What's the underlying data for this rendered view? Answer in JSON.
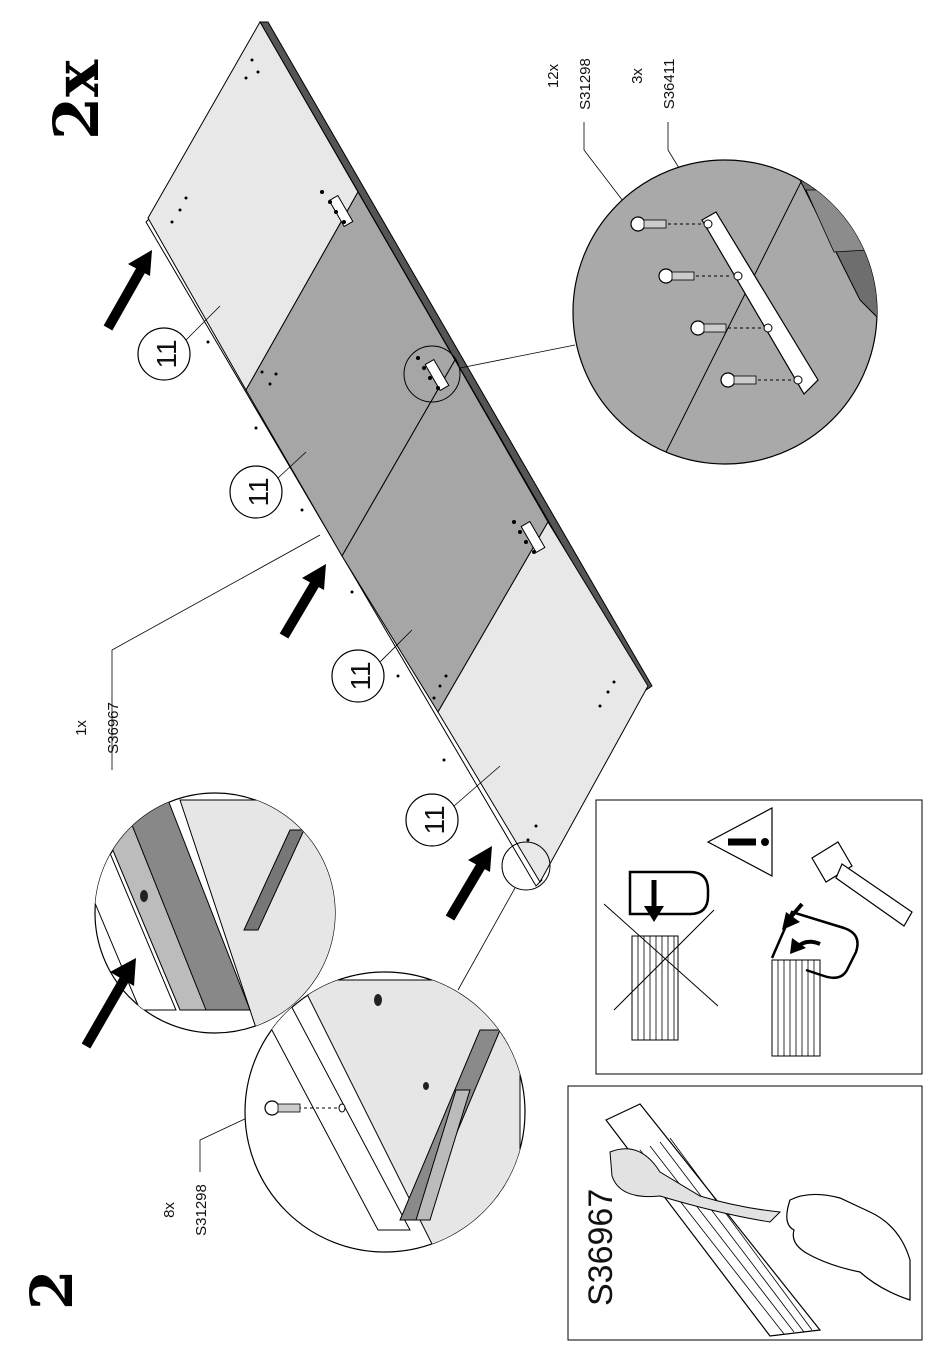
{
  "step": {
    "number": "2",
    "quantity": "2x"
  },
  "callouts": {
    "profile_qty": "1x",
    "profile_code": "S36967",
    "screw_qty_small": "8x",
    "screw_code_small": "S31298",
    "screw_qty_large": "12x",
    "screw_code_large": "S31298",
    "plate_qty": "3x",
    "plate_code": "S36411"
  },
  "panels": {
    "labels": [
      "11",
      "11",
      "11",
      "11"
    ]
  },
  "tape_box": {
    "code": "S36967"
  },
  "warning_box": {
    "icon": "exclamation-icon"
  }
}
